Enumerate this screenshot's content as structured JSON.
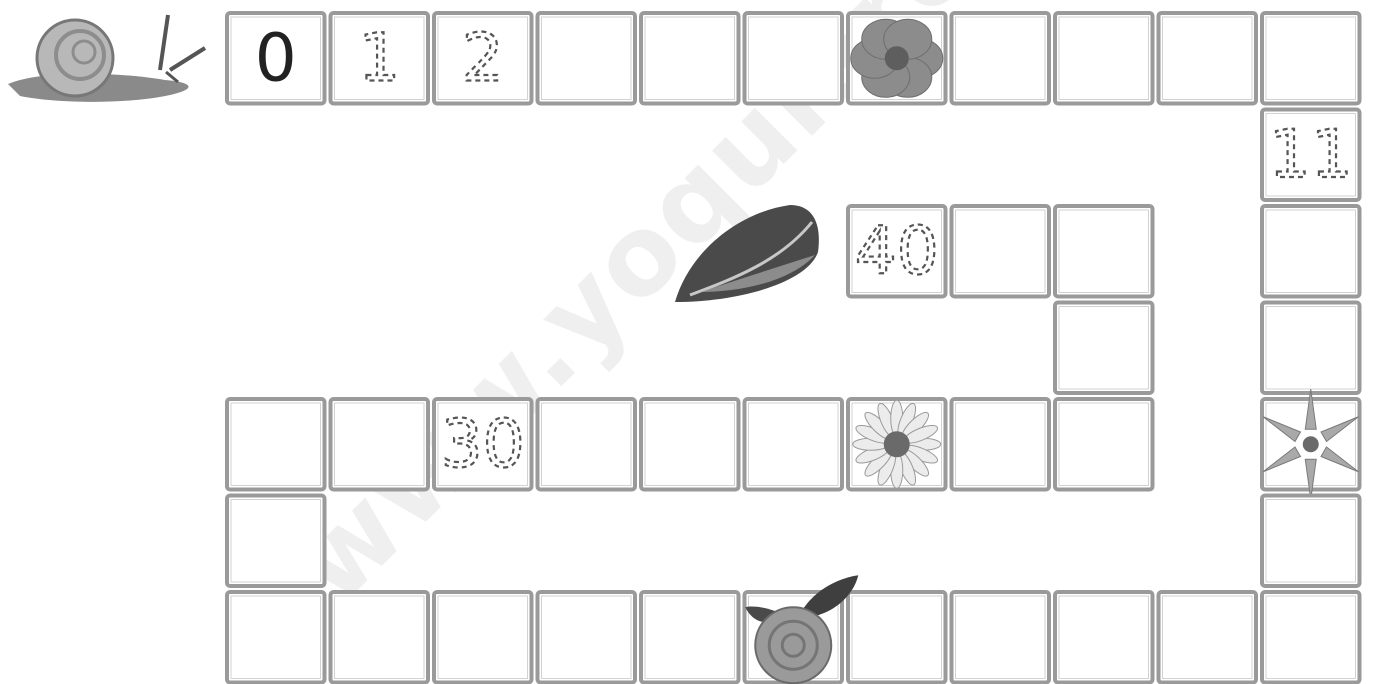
{
  "watermark": "www.yoquiero",
  "path": {
    "cells": [
      {
        "col": 0,
        "row": 0,
        "num": "0",
        "style": "solid"
      },
      {
        "col": 1,
        "row": 0,
        "num": "1",
        "style": "dashed"
      },
      {
        "col": 2,
        "row": 0,
        "num": "2",
        "style": "dashed"
      },
      {
        "col": 3,
        "row": 0
      },
      {
        "col": 4,
        "row": 0
      },
      {
        "col": 5,
        "row": 0
      },
      {
        "col": 6,
        "row": 0,
        "pic": "flower-photo"
      },
      {
        "col": 7,
        "row": 0
      },
      {
        "col": 8,
        "row": 0
      },
      {
        "col": 9,
        "row": 0
      },
      {
        "col": 10,
        "row": 0
      },
      {
        "col": 10,
        "row": 1,
        "num": "11",
        "style": "dashed"
      },
      {
        "col": 10,
        "row": 2
      },
      {
        "col": 10,
        "row": 3
      },
      {
        "col": 10,
        "row": 4,
        "pic": "lily-photo"
      },
      {
        "col": 10,
        "row": 5
      },
      {
        "col": 10,
        "row": 6
      },
      {
        "col": 9,
        "row": 6
      },
      {
        "col": 8,
        "row": 6
      },
      {
        "col": 7,
        "row": 6
      },
      {
        "col": 6,
        "row": 6
      },
      {
        "col": 5,
        "row": 6,
        "pic": "rose-photo"
      },
      {
        "col": 4,
        "row": 6
      },
      {
        "col": 3,
        "row": 6
      },
      {
        "col": 2,
        "row": 6
      },
      {
        "col": 1,
        "row": 6
      },
      {
        "col": 0,
        "row": 6
      },
      {
        "col": 0,
        "row": 5
      },
      {
        "col": 0,
        "row": 4
      },
      {
        "col": 1,
        "row": 4
      },
      {
        "col": 2,
        "row": 4,
        "num": "30",
        "style": "dashed"
      },
      {
        "col": 3,
        "row": 4
      },
      {
        "col": 4,
        "row": 4
      },
      {
        "col": 5,
        "row": 4
      },
      {
        "col": 6,
        "row": 4,
        "pic": "daisy-photo"
      },
      {
        "col": 7,
        "row": 4
      },
      {
        "col": 8,
        "row": 4
      },
      {
        "col": 8,
        "row": 3
      },
      {
        "col": 8,
        "row": 2
      },
      {
        "col": 7,
        "row": 2
      },
      {
        "col": 6,
        "row": 2,
        "num": "40",
        "style": "dashed"
      }
    ]
  },
  "decorations": [
    "snail-photo",
    "leaf-photo"
  ],
  "colors": {
    "border": "#9a9a9a",
    "ink": "#222222",
    "trace": "#555555"
  }
}
